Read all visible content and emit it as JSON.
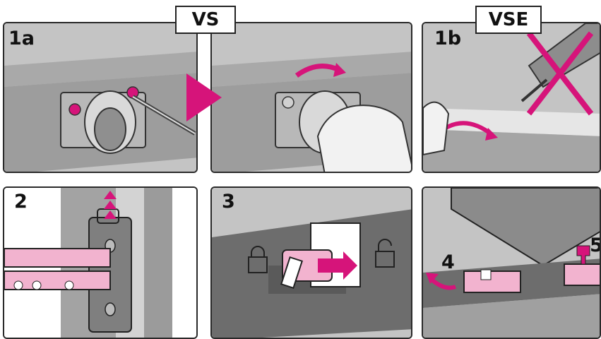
{
  "colors": {
    "accent": "#d6147a",
    "accent_light": "#f2b3cf",
    "metal": "#8a8a8a",
    "background": "#c9c9c9"
  },
  "badges": {
    "vs": "VS",
    "vse": "VSE"
  },
  "panels": {
    "p1a_left": {
      "step": "1a"
    },
    "p1b": {
      "step": "1b"
    },
    "p2": {
      "step": "2"
    },
    "p3": {
      "step": "3"
    },
    "p45": {
      "step_a": "4",
      "step_b": "5"
    }
  },
  "icons": [
    "play-arrow-icon",
    "cross-out-icon",
    "lock-closed-icon",
    "lock-open-icon",
    "rotate-arrow-icon",
    "up-arrows-icon"
  ]
}
